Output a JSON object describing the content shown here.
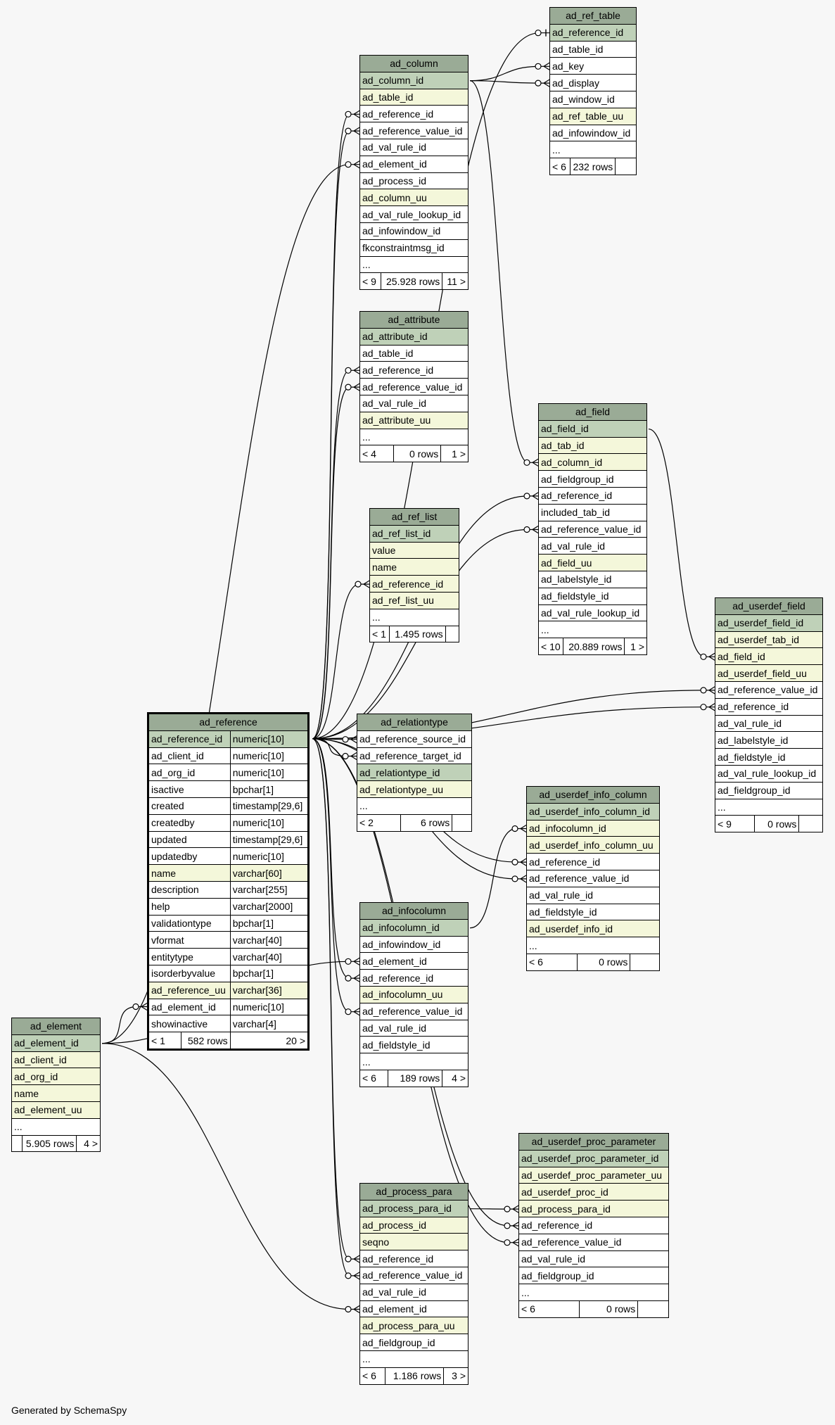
{
  "footer": "Generated by SchemaSpy",
  "colors": {
    "header": "#9aab96",
    "primary_key": "#bfd1b8",
    "unique": "#f4f7da",
    "plain": "#ffffff",
    "line": "#000000",
    "background": "#f7f7f7"
  },
  "tables": [
    {
      "name": "ad_ref_table",
      "columns": [
        {
          "n": "ad_reference_id",
          "k": "pk"
        },
        {
          "n": "ad_table_id"
        },
        {
          "n": "ad_key"
        },
        {
          "n": "ad_display"
        },
        {
          "n": "ad_window_id"
        },
        {
          "n": "ad_ref_table_uu",
          "k": "uq"
        },
        {
          "n": "ad_infowindow_id"
        },
        {
          "n": "..."
        }
      ],
      "footer": {
        "parents": "< 6",
        "rows": "232 rows",
        "children": ""
      }
    },
    {
      "name": "ad_column",
      "columns": [
        {
          "n": "ad_column_id",
          "k": "pk"
        },
        {
          "n": "ad_table_id",
          "k": "uq"
        },
        {
          "n": "ad_reference_id"
        },
        {
          "n": "ad_reference_value_id"
        },
        {
          "n": "ad_val_rule_id"
        },
        {
          "n": "ad_element_id"
        },
        {
          "n": "ad_process_id"
        },
        {
          "n": "ad_column_uu",
          "k": "uq"
        },
        {
          "n": "ad_val_rule_lookup_id"
        },
        {
          "n": "ad_infowindow_id"
        },
        {
          "n": "fkconstraintmsg_id"
        },
        {
          "n": "..."
        }
      ],
      "footer": {
        "parents": "< 9",
        "rows": "25.928 rows",
        "children": "11 >"
      }
    },
    {
      "name": "ad_attribute",
      "columns": [
        {
          "n": "ad_attribute_id",
          "k": "pk"
        },
        {
          "n": "ad_table_id"
        },
        {
          "n": "ad_reference_id"
        },
        {
          "n": "ad_reference_value_id"
        },
        {
          "n": "ad_val_rule_id"
        },
        {
          "n": "ad_attribute_uu",
          "k": "uq"
        },
        {
          "n": "..."
        }
      ],
      "footer": {
        "parents": "< 4",
        "rows": "0 rows",
        "children": "1 >"
      }
    },
    {
      "name": "ad_field",
      "columns": [
        {
          "n": "ad_field_id",
          "k": "pk"
        },
        {
          "n": "ad_tab_id",
          "k": "uq"
        },
        {
          "n": "ad_column_id",
          "k": "uq"
        },
        {
          "n": "ad_fieldgroup_id"
        },
        {
          "n": "ad_reference_id"
        },
        {
          "n": "included_tab_id"
        },
        {
          "n": "ad_reference_value_id"
        },
        {
          "n": "ad_val_rule_id"
        },
        {
          "n": "ad_field_uu",
          "k": "uq"
        },
        {
          "n": "ad_labelstyle_id"
        },
        {
          "n": "ad_fieldstyle_id"
        },
        {
          "n": "ad_val_rule_lookup_id"
        },
        {
          "n": "..."
        }
      ],
      "footer": {
        "parents": "< 10",
        "rows": "20.889 rows",
        "children": "1 >"
      }
    },
    {
      "name": "ad_ref_list",
      "columns": [
        {
          "n": "ad_ref_list_id",
          "k": "pk"
        },
        {
          "n": "value",
          "k": "uq"
        },
        {
          "n": "name",
          "k": "uq"
        },
        {
          "n": "ad_reference_id",
          "k": "uq"
        },
        {
          "n": "ad_ref_list_uu",
          "k": "uq"
        },
        {
          "n": "..."
        }
      ],
      "footer": {
        "parents": "< 1",
        "rows": "1.495 rows",
        "children": ""
      }
    },
    {
      "name": "ad_userdef_field",
      "columns": [
        {
          "n": "ad_userdef_field_id",
          "k": "pk"
        },
        {
          "n": "ad_userdef_tab_id",
          "k": "uq"
        },
        {
          "n": "ad_field_id",
          "k": "uq"
        },
        {
          "n": "ad_userdef_field_uu",
          "k": "uq"
        },
        {
          "n": "ad_reference_value_id"
        },
        {
          "n": "ad_reference_id"
        },
        {
          "n": "ad_val_rule_id"
        },
        {
          "n": "ad_labelstyle_id"
        },
        {
          "n": "ad_fieldstyle_id"
        },
        {
          "n": "ad_val_rule_lookup_id"
        },
        {
          "n": "ad_fieldgroup_id"
        },
        {
          "n": "..."
        }
      ],
      "footer": {
        "parents": "< 9",
        "rows": "0 rows",
        "children": ""
      }
    },
    {
      "name": "ad_reference",
      "focus": true,
      "columns": [
        {
          "n": "ad_reference_id",
          "t": "numeric[10]",
          "k": "pk"
        },
        {
          "n": "ad_client_id",
          "t": "numeric[10]"
        },
        {
          "n": "ad_org_id",
          "t": "numeric[10]"
        },
        {
          "n": "isactive",
          "t": "bpchar[1]"
        },
        {
          "n": "created",
          "t": "timestamp[29,6]"
        },
        {
          "n": "createdby",
          "t": "numeric[10]"
        },
        {
          "n": "updated",
          "t": "timestamp[29,6]"
        },
        {
          "n": "updatedby",
          "t": "numeric[10]"
        },
        {
          "n": "name",
          "t": "varchar[60]",
          "k": "uq"
        },
        {
          "n": "description",
          "t": "varchar[255]"
        },
        {
          "n": "help",
          "t": "varchar[2000]"
        },
        {
          "n": "validationtype",
          "t": "bpchar[1]"
        },
        {
          "n": "vformat",
          "t": "varchar[40]"
        },
        {
          "n": "entitytype",
          "t": "varchar[40]"
        },
        {
          "n": "isorderbyvalue",
          "t": "bpchar[1]"
        },
        {
          "n": "ad_reference_uu",
          "t": "varchar[36]",
          "k": "uq"
        },
        {
          "n": "ad_element_id",
          "t": "numeric[10]"
        },
        {
          "n": "showinactive",
          "t": "varchar[4]"
        }
      ],
      "footer": {
        "parents": "< 1",
        "rows": "582 rows",
        "children": "20 >"
      }
    },
    {
      "name": "ad_relationtype",
      "columns": [
        {
          "n": "ad_reference_source_id"
        },
        {
          "n": "ad_reference_target_id"
        },
        {
          "n": "ad_relationtype_id",
          "k": "pk"
        },
        {
          "n": "ad_relationtype_uu",
          "k": "uq"
        },
        {
          "n": "..."
        }
      ],
      "footer": {
        "parents": "< 2",
        "rows": "6 rows",
        "children": ""
      }
    },
    {
      "name": "ad_userdef_info_column",
      "columns": [
        {
          "n": "ad_userdef_info_column_id",
          "k": "pk"
        },
        {
          "n": "ad_infocolumn_id",
          "k": "uq"
        },
        {
          "n": "ad_userdef_info_column_uu",
          "k": "uq"
        },
        {
          "n": "ad_reference_id"
        },
        {
          "n": "ad_reference_value_id"
        },
        {
          "n": "ad_val_rule_id"
        },
        {
          "n": "ad_fieldstyle_id"
        },
        {
          "n": "ad_userdef_info_id",
          "k": "uq"
        },
        {
          "n": "..."
        }
      ],
      "footer": {
        "parents": "< 6",
        "rows": "0 rows",
        "children": ""
      }
    },
    {
      "name": "ad_infocolumn",
      "columns": [
        {
          "n": "ad_infocolumn_id",
          "k": "pk"
        },
        {
          "n": "ad_infowindow_id"
        },
        {
          "n": "ad_element_id"
        },
        {
          "n": "ad_reference_id"
        },
        {
          "n": "ad_infocolumn_uu",
          "k": "uq"
        },
        {
          "n": "ad_reference_value_id"
        },
        {
          "n": "ad_val_rule_id"
        },
        {
          "n": "ad_fieldstyle_id"
        },
        {
          "n": "..."
        }
      ],
      "footer": {
        "parents": "< 6",
        "rows": "189 rows",
        "children": "4 >"
      }
    },
    {
      "name": "ad_element",
      "columns": [
        {
          "n": "ad_element_id",
          "k": "pk"
        },
        {
          "n": "ad_client_id",
          "k": "uq"
        },
        {
          "n": "ad_org_id",
          "k": "uq"
        },
        {
          "n": "name",
          "k": "uq"
        },
        {
          "n": "ad_element_uu",
          "k": "uq"
        },
        {
          "n": "..."
        }
      ],
      "footer": {
        "parents": "",
        "rows": "5.905 rows",
        "children": "4 >"
      }
    },
    {
      "name": "ad_userdef_proc_parameter",
      "columns": [
        {
          "n": "ad_userdef_proc_parameter_id",
          "k": "pk"
        },
        {
          "n": "ad_userdef_proc_parameter_uu",
          "k": "uq"
        },
        {
          "n": "ad_userdef_proc_id",
          "k": "uq"
        },
        {
          "n": "ad_process_para_id",
          "k": "uq"
        },
        {
          "n": "ad_reference_id"
        },
        {
          "n": "ad_reference_value_id"
        },
        {
          "n": "ad_val_rule_id"
        },
        {
          "n": "ad_fieldgroup_id"
        },
        {
          "n": "..."
        }
      ],
      "footer": {
        "parents": "< 6",
        "rows": "0 rows",
        "children": ""
      }
    },
    {
      "name": "ad_process_para",
      "columns": [
        {
          "n": "ad_process_para_id",
          "k": "pk"
        },
        {
          "n": "ad_process_id",
          "k": "uq"
        },
        {
          "n": "seqno",
          "k": "uq"
        },
        {
          "n": "ad_reference_id"
        },
        {
          "n": "ad_reference_value_id"
        },
        {
          "n": "ad_val_rule_id"
        },
        {
          "n": "ad_element_id"
        },
        {
          "n": "ad_process_para_uu",
          "k": "uq"
        },
        {
          "n": "ad_fieldgroup_id"
        },
        {
          "n": "..."
        }
      ],
      "footer": {
        "parents": "< 6",
        "rows": "1.186 rows",
        "children": "3 >"
      }
    }
  ],
  "relationships": [
    {
      "from": "ad_reference.ad_reference_id",
      "to": "ad_ref_table.ad_reference_id",
      "end": "one"
    },
    {
      "from": "ad_column.ad_column_id",
      "to": "ad_ref_table.ad_key",
      "end": "many"
    },
    {
      "from": "ad_column.ad_column_id",
      "to": "ad_ref_table.ad_display",
      "end": "many"
    },
    {
      "from": "ad_reference.ad_reference_id",
      "to": "ad_column.ad_reference_id",
      "end": "many"
    },
    {
      "from": "ad_reference.ad_reference_id",
      "to": "ad_column.ad_reference_value_id",
      "end": "many"
    },
    {
      "from": "ad_element.ad_element_id",
      "to": "ad_column.ad_element_id",
      "end": "many"
    },
    {
      "from": "ad_reference.ad_reference_id",
      "to": "ad_attribute.ad_reference_id",
      "end": "many"
    },
    {
      "from": "ad_reference.ad_reference_id",
      "to": "ad_attribute.ad_reference_value_id",
      "end": "many"
    },
    {
      "from": "ad_column.ad_column_id",
      "to": "ad_field.ad_column_id",
      "end": "many"
    },
    {
      "from": "ad_reference.ad_reference_id",
      "to": "ad_field.ad_reference_id",
      "end": "many"
    },
    {
      "from": "ad_reference.ad_reference_id",
      "to": "ad_field.ad_reference_value_id",
      "end": "many"
    },
    {
      "from": "ad_reference.ad_reference_id",
      "to": "ad_ref_list.ad_reference_id",
      "end": "many"
    },
    {
      "from": "ad_field.ad_field_id",
      "to": "ad_userdef_field.ad_field_id",
      "end": "many"
    },
    {
      "from": "ad_reference.ad_reference_id",
      "to": "ad_userdef_field.ad_reference_value_id",
      "end": "many"
    },
    {
      "from": "ad_reference.ad_reference_id",
      "to": "ad_userdef_field.ad_reference_id",
      "end": "many"
    },
    {
      "from": "ad_reference.ad_reference_id",
      "to": "ad_relationtype.ad_reference_source_id",
      "end": "many"
    },
    {
      "from": "ad_reference.ad_reference_id",
      "to": "ad_relationtype.ad_reference_target_id",
      "end": "many"
    },
    {
      "from": "ad_infocolumn.ad_infocolumn_id",
      "to": "ad_userdef_info_column.ad_infocolumn_id",
      "end": "many"
    },
    {
      "from": "ad_reference.ad_reference_id",
      "to": "ad_userdef_info_column.ad_reference_id",
      "end": "many"
    },
    {
      "from": "ad_reference.ad_reference_id",
      "to": "ad_userdef_info_column.ad_reference_value_id",
      "end": "many"
    },
    {
      "from": "ad_element.ad_element_id",
      "to": "ad_infocolumn.ad_element_id",
      "end": "many"
    },
    {
      "from": "ad_reference.ad_reference_id",
      "to": "ad_infocolumn.ad_reference_id",
      "end": "many"
    },
    {
      "from": "ad_reference.ad_reference_id",
      "to": "ad_infocolumn.ad_reference_value_id",
      "end": "many"
    },
    {
      "from": "ad_element.ad_element_id",
      "to": "ad_reference.ad_element_id",
      "end": "many"
    },
    {
      "from": "ad_process_para.ad_process_para_id",
      "to": "ad_userdef_proc_parameter.ad_process_para_id",
      "end": "many"
    },
    {
      "from": "ad_reference.ad_reference_id",
      "to": "ad_userdef_proc_parameter.ad_reference_id",
      "end": "many"
    },
    {
      "from": "ad_reference.ad_reference_id",
      "to": "ad_userdef_proc_parameter.ad_reference_value_id",
      "end": "many"
    },
    {
      "from": "ad_reference.ad_reference_id",
      "to": "ad_process_para.ad_reference_id",
      "end": "many"
    },
    {
      "from": "ad_reference.ad_reference_id",
      "to": "ad_process_para.ad_reference_value_id",
      "end": "many"
    },
    {
      "from": "ad_element.ad_element_id",
      "to": "ad_process_para.ad_element_id",
      "end": "many"
    }
  ]
}
